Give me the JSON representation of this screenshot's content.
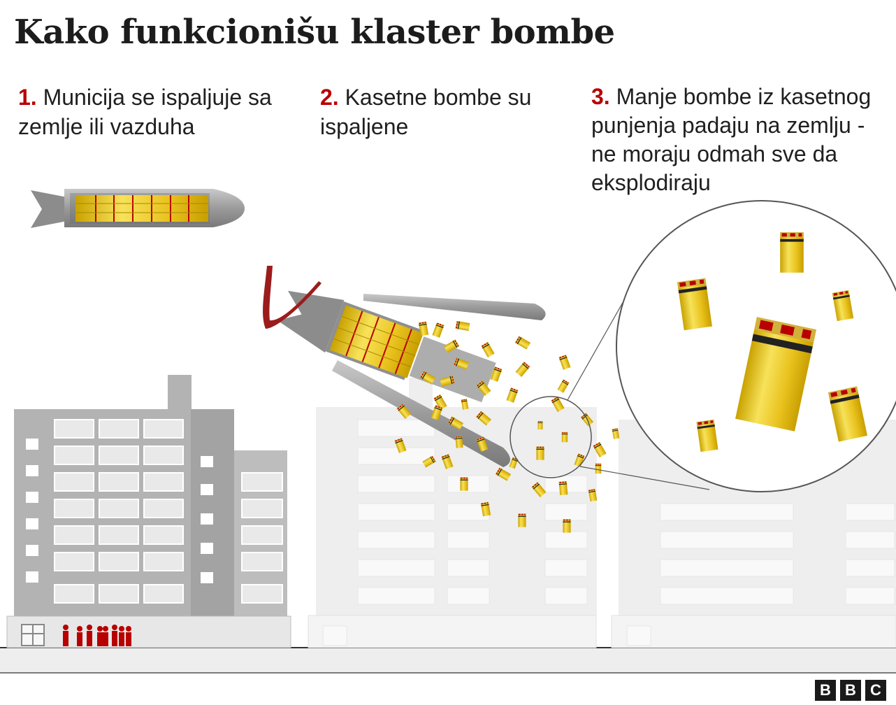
{
  "title": "Kako funkcionišu klaster bombe",
  "steps": [
    {
      "num": "1.",
      "text": "Municija se ispaljuje sa zemlje ili vazduha"
    },
    {
      "num": "2.",
      "text": "Kasetne bombe su ispaljene"
    },
    {
      "num": "3.",
      "text": "Manje bombe iz kasetnog punjenja padaju na zemlju - ne moraju odmah sve da eksplodiraju"
    }
  ],
  "logo": {
    "b1": "B",
    "b2": "B",
    "b3": "C"
  },
  "colors": {
    "accent_red": "#b80000",
    "bomblet_yellow": "#f2cf2a",
    "bomb_gray": "#9a9a9a",
    "building_gray": "#b0b0b0",
    "faded_building": "#ededed",
    "ground": "#eeeeee"
  },
  "icons": [
    "cluster-bomb-icon",
    "opening-bomb-icon",
    "bomblet-icon",
    "magnifier-circle",
    "people-icon",
    "building-icon"
  ]
}
